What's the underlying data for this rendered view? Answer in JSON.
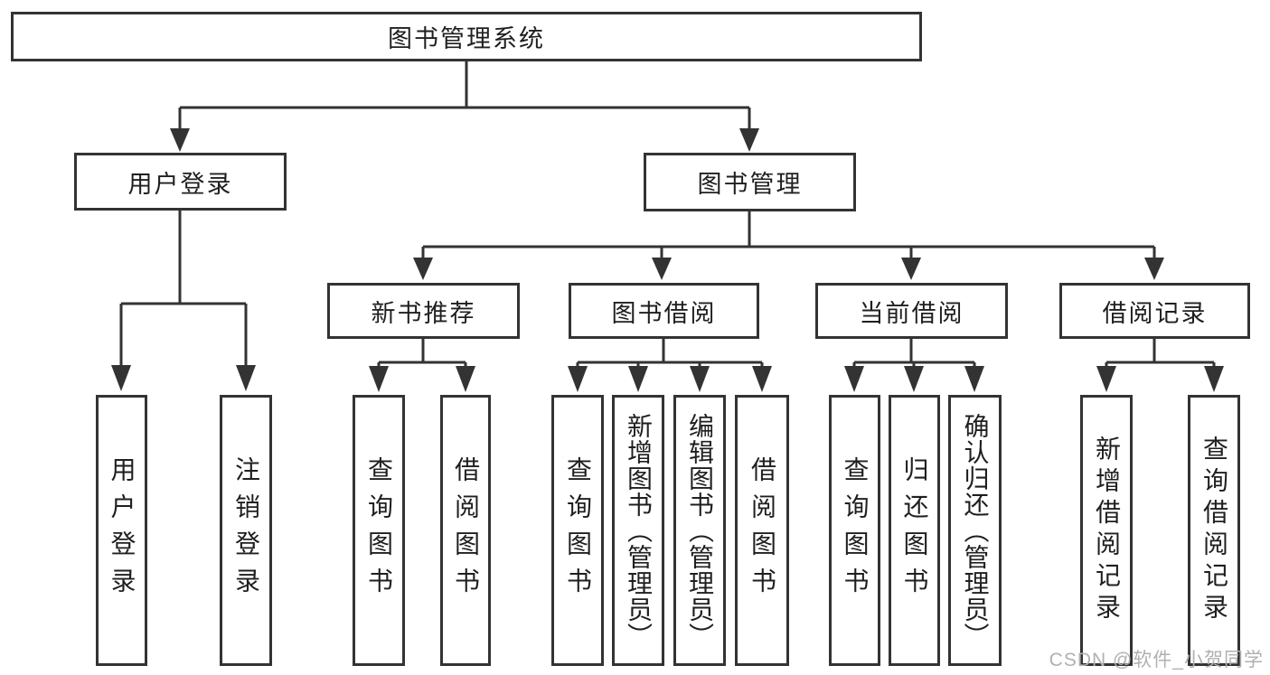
{
  "colors": {
    "background": "#ffffff",
    "line": "#333333",
    "box_border": "#333333",
    "text": "#1f1f1f",
    "watermark": "#b0b0b5"
  },
  "nodes": {
    "root": {
      "label": "图书管理系统"
    },
    "user_login": {
      "label": "用户登录"
    },
    "book_mgmt": {
      "label": "图书管理"
    },
    "new_book_rec": {
      "label": "新书推荐"
    },
    "book_borrow": {
      "label": "图书借阅"
    },
    "current_borrow": {
      "label": "当前借阅"
    },
    "borrow_records": {
      "label": "借阅记录"
    },
    "leaf_user_login": {
      "label": "用户登录"
    },
    "leaf_logout": {
      "label": "注销登录"
    },
    "leaf_query_book_1": {
      "label": "查询图书"
    },
    "leaf_borrow_book_1": {
      "label": "借阅图书"
    },
    "leaf_query_book_2": {
      "label": "查询图书"
    },
    "leaf_add_book": {
      "label": "新增图书（管理员）"
    },
    "leaf_edit_book": {
      "label": "编辑图书（管理员）"
    },
    "leaf_borrow_book_2": {
      "label": "借阅图书"
    },
    "leaf_query_book_3": {
      "label": "查询图书"
    },
    "leaf_return_book": {
      "label": "归还图书"
    },
    "leaf_confirm_return": {
      "label": "确认归还（管理员）"
    },
    "leaf_add_borrow_record": {
      "label": "新增借阅记录"
    },
    "leaf_query_borrow_record": {
      "label": "查询借阅记录"
    }
  },
  "diagram_tree": {
    "图书管理系统": {
      "用户登录": [
        "用户登录",
        "注销登录"
      ],
      "图书管理": {
        "新书推荐": [
          "查询图书",
          "借阅图书"
        ],
        "图书借阅": [
          "查询图书",
          "新增图书（管理员）",
          "编辑图书（管理员）",
          "借阅图书"
        ],
        "当前借阅": [
          "查询图书",
          "归还图书",
          "确认归还（管理员）"
        ],
        "借阅记录": [
          "新增借阅记录",
          "查询借阅记录"
        ]
      }
    }
  },
  "watermark": {
    "text": "CSDN @软件_小贺同学"
  }
}
